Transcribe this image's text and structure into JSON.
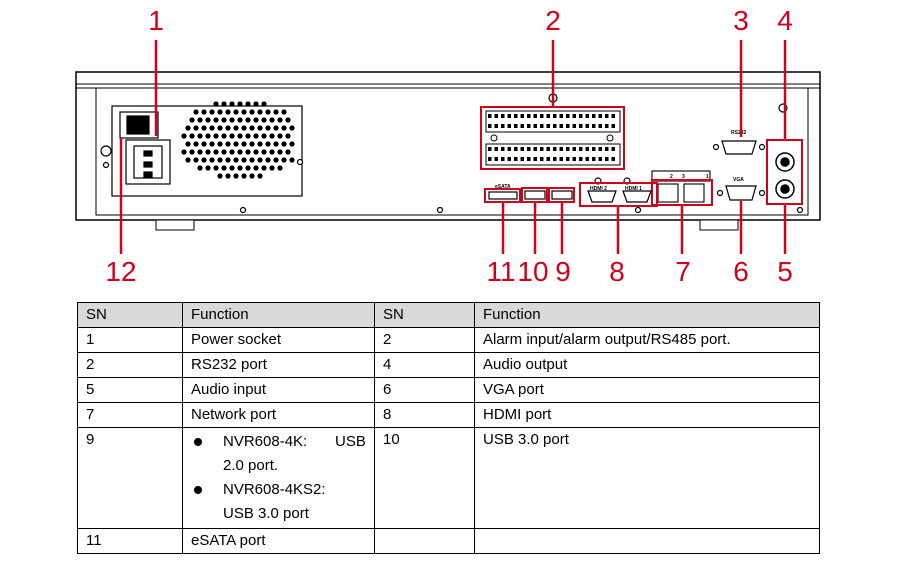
{
  "callouts": [
    "1",
    "2",
    "3",
    "4",
    "5",
    "6",
    "7",
    "8",
    "9",
    "10",
    "11",
    "12"
  ],
  "port_labels": {
    "rs232": "RS232",
    "vga": "VGA",
    "esata": "eSATA",
    "hdmi2": "HDMI 2",
    "hdmi1": "HDMI 1",
    "net": [
      "2",
      "3",
      "1"
    ]
  },
  "table": {
    "headers": [
      "SN",
      "Function",
      "SN",
      "Function"
    ],
    "rows": [
      {
        "sn1": "1",
        "f1": "Power socket",
        "sn2": "2",
        "f2": "Alarm input/alarm output/RS485 port."
      },
      {
        "sn1": "2",
        "f1": "RS232 port",
        "sn2": "4",
        "f2": "Audio output"
      },
      {
        "sn1": "5",
        "f1": "Audio input",
        "sn2": "6",
        "f2": "VGA port"
      },
      {
        "sn1": "7",
        "f1": "Network port",
        "sn2": "8",
        "f2": "HDMI port"
      },
      {
        "sn1": "9",
        "f1_bullets": [
          {
            "a": "NVR608-4K:",
            "b": "USB",
            "c": "2.0 port."
          },
          {
            "a": "NVR608-4KS2:",
            "b": "",
            "c": "USB 3.0 port"
          }
        ],
        "sn2": "10",
        "f2": "USB 3.0 port"
      },
      {
        "sn1": "11",
        "f1": "eSATA port",
        "sn2": "",
        "f2": ""
      }
    ]
  }
}
